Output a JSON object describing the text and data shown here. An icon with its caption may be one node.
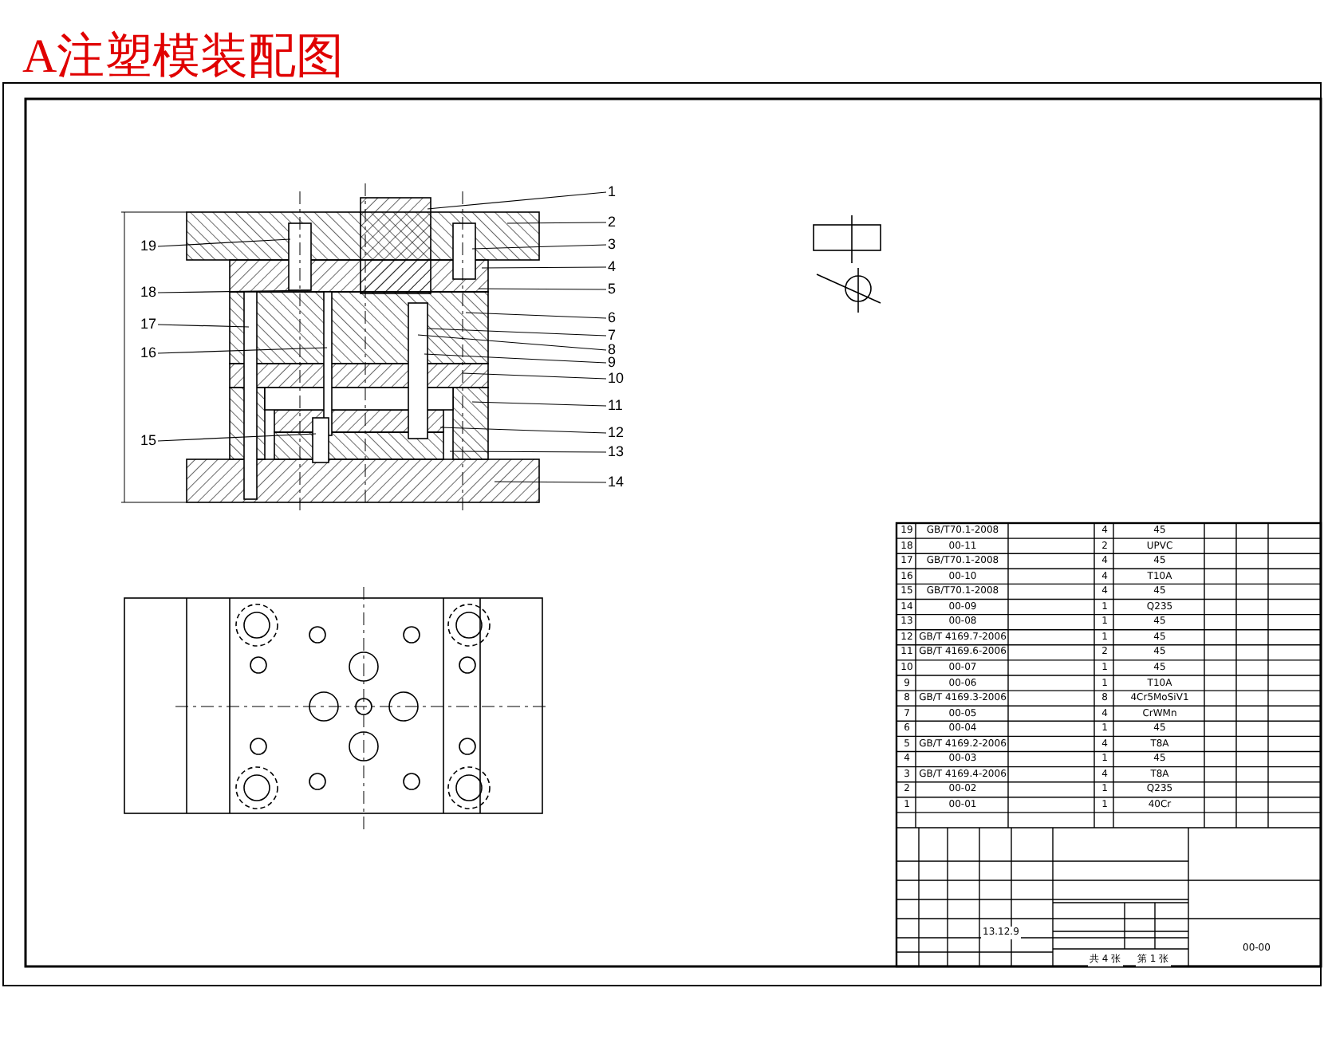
{
  "diagram": {
    "title": "A注塑模装配图",
    "nodes": [
      {
        "text": [
          "1"
        ]
      },
      {
        "text": [
          "2"
        ]
      },
      {
        "text": [
          "3"
        ]
      },
      {
        "text": [
          "4"
        ]
      },
      {
        "text": [
          "5"
        ]
      },
      {
        "text": [
          "6"
        ]
      },
      {
        "text": [
          "7"
        ]
      },
      {
        "text": [
          "8"
        ]
      },
      {
        "text": [
          "9"
        ]
      },
      {
        "text": [
          "10"
        ]
      },
      {
        "text": [
          "11"
        ]
      },
      {
        "text": [
          "12"
        ]
      },
      {
        "text": [
          "13"
        ]
      },
      {
        "text": [
          "14"
        ]
      },
      {
        "text": [
          "19"
        ]
      },
      {
        "text": [
          "18"
        ]
      },
      {
        "text": [
          "17"
        ]
      },
      {
        "text": [
          "16"
        ]
      },
      {
        "text": [
          "15"
        ]
      }
    ],
    "edges": [
      {
        "from": 0,
        "to": null,
        "arrow": "none"
      },
      {
        "from": 1,
        "to": null,
        "arrow": "none"
      },
      {
        "from": 2,
        "to": null,
        "arrow": "none"
      },
      {
        "from": 3,
        "to": null,
        "arrow": "none"
      },
      {
        "from": 4,
        "to": null,
        "arrow": "none"
      },
      {
        "from": 5,
        "to": null,
        "arrow": "none"
      },
      {
        "from": 6,
        "to": null,
        "arrow": "none"
      },
      {
        "from": 7,
        "to": null,
        "arrow": "none"
      },
      {
        "from": 8,
        "to": null,
        "arrow": "none"
      },
      {
        "from": 9,
        "to": null,
        "arrow": "none"
      },
      {
        "from": 10,
        "to": null,
        "arrow": "none"
      },
      {
        "from": 11,
        "to": null,
        "arrow": "none"
      },
      {
        "from": 12,
        "to": null,
        "arrow": "none"
      },
      {
        "from": 13,
        "to": null,
        "arrow": "none"
      },
      {
        "from": 14,
        "to": null,
        "arrow": "none"
      },
      {
        "from": 15,
        "to": null,
        "arrow": "none"
      },
      {
        "from": 16,
        "to": null,
        "arrow": "none"
      },
      {
        "from": 17,
        "to": null,
        "arrow": "none"
      },
      {
        "from": 18,
        "to": null,
        "arrow": "none"
      }
    ],
    "labels": [
      "19",
      "GB/T70.1-2008",
      "4",
      "45",
      "18",
      "00-11",
      "2",
      "UPVC",
      "17",
      "GB/T70.1-2008",
      "4",
      "45",
      "16",
      "00-10",
      "4",
      "T10A",
      "15",
      "GB/T70.1-2008",
      "4",
      "45",
      "14",
      "00-09",
      "1",
      "Q235",
      "13",
      "00-08",
      "1",
      "45",
      "12",
      "GB/T 4169.7-2006",
      "1",
      "45",
      "11",
      "GB/T 4169.6-2006",
      "2",
      "45",
      "10",
      "00-07",
      "1",
      "45",
      "9",
      "00-06",
      "1",
      "T10A",
      "8",
      "GB/T 4169.3-2006",
      "8",
      "4Cr5MoSiV1",
      "7",
      "00-05",
      "4",
      "CrWMn",
      "6",
      "00-04",
      "1",
      "45",
      "5",
      "GB/T 4169.2-2006",
      "4",
      "T8A",
      "4",
      "00-03",
      "1",
      "45",
      "3",
      "GB/T 4169.4-2006",
      "4",
      "T8A",
      "2",
      "00-02",
      "1",
      "Q235",
      "1",
      "00-01",
      "1",
      "40Cr",
      "13.12.9",
      "00-00",
      "共 4 张",
      "第 1 张"
    ]
  }
}
